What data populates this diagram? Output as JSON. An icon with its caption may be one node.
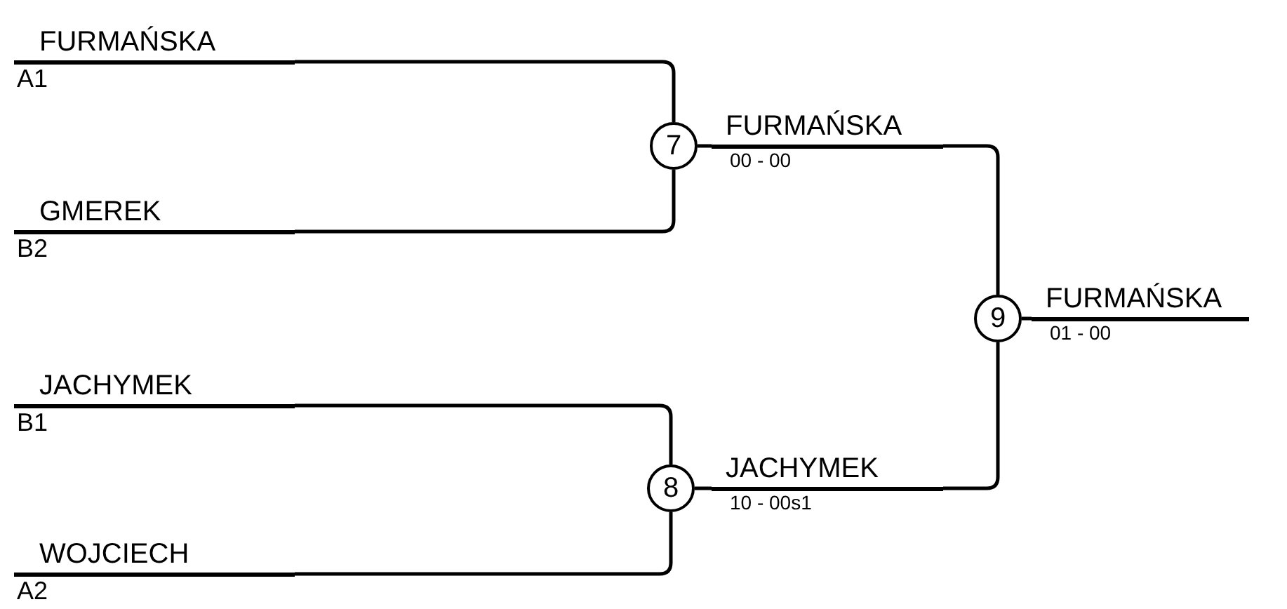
{
  "diagram": {
    "nodes": [
      {
        "text": [
          "FURMAŃSKA",
          "A1"
        ]
      },
      {
        "text": [
          "GMEREK",
          "B2"
        ]
      },
      {
        "text": [
          "JACHYMEK",
          "B1"
        ]
      },
      {
        "text": [
          "WOJCIECH",
          "A2"
        ]
      },
      {
        "text": [
          "7"
        ]
      },
      {
        "text": [
          "8"
        ]
      },
      {
        "text": [
          "FURMAŃSKA",
          "00 - 00"
        ]
      },
      {
        "text": [
          "JACHYMEK",
          "10 - 00s1"
        ]
      },
      {
        "text": [
          "9"
        ]
      },
      {
        "text": [
          "FURMAŃSKA",
          "01 - 00"
        ]
      }
    ],
    "edges": [
      {
        "from": 0,
        "to": 4,
        "arrow": "none"
      },
      {
        "from": 1,
        "to": 4,
        "arrow": "none"
      },
      {
        "from": 2,
        "to": 5,
        "arrow": "none"
      },
      {
        "from": 3,
        "to": 5,
        "arrow": "none"
      },
      {
        "from": 4,
        "to": 6,
        "arrow": "none"
      },
      {
        "from": 5,
        "to": 7,
        "arrow": "none"
      },
      {
        "from": 6,
        "to": 8,
        "arrow": "none"
      },
      {
        "from": 7,
        "to": 8,
        "arrow": "none"
      },
      {
        "from": 8,
        "to": 9,
        "arrow": "none"
      }
    ]
  }
}
